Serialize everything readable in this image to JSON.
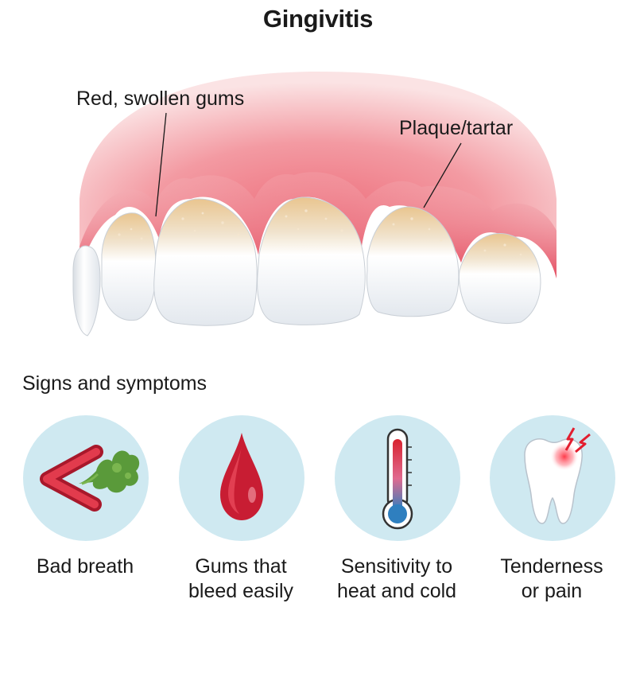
{
  "title": "Gingivitis",
  "illustration": {
    "labels": {
      "gums": "Red, swollen gums",
      "plaque": "Plaque/tartar"
    },
    "colors": {
      "gum": "#e8586a",
      "gum_light": "#f7c9cc",
      "tooth": "#f4f6f8",
      "plaque": "#d9a86c"
    }
  },
  "symptoms": {
    "heading": "Signs and symptoms",
    "items": [
      {
        "icon": "bad-breath-icon",
        "lines": [
          "Bad breath"
        ]
      },
      {
        "icon": "blood-drop-icon",
        "lines": [
          "Gums that",
          "bleed easily"
        ]
      },
      {
        "icon": "thermometer-icon",
        "lines": [
          "Sensitivity to",
          "heat and cold"
        ]
      },
      {
        "icon": "painful-tooth-icon",
        "lines": [
          "Tenderness",
          "or pain"
        ]
      }
    ],
    "circle_color": "#cfe9f1"
  }
}
